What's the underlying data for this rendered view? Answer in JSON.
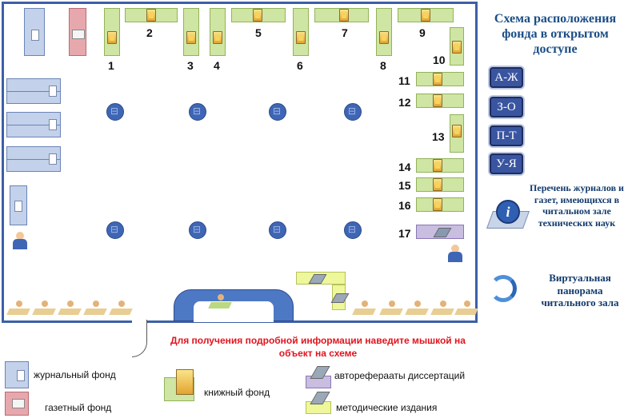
{
  "title": "Схема расположения фонда в открытом доступе",
  "shelf_numbers": [
    "1",
    "2",
    "3",
    "4",
    "5",
    "6",
    "7",
    "8",
    "9",
    "10",
    "11",
    "12",
    "13",
    "14",
    "15",
    "16",
    "17"
  ],
  "letter_buttons": [
    "А-Ж",
    "З-О",
    "П-Т",
    "У-Я"
  ],
  "journals_link": "Перечень журналов и газет, имеющихся в читальном зале технических наук",
  "panorama_link": "Виртуальная панорама читального зала",
  "hint": "Для получения подробной информации наведите мышкой на объект на схеме",
  "legend": {
    "journal": "журнальный фонд",
    "newspaper": "газетный фонд",
    "book": "книжный фонд",
    "abstracts": "автореферааты диссертаций",
    "methodical": "методические издания"
  },
  "colors": {
    "book_shelf": "#cfe5a3",
    "journal_shelf": "#c3d1ea",
    "newspaper_shelf": "#e7a8ad",
    "abstracts_shelf": "#c9bde0",
    "methodical_shelf": "#eef79a",
    "wall": "#3d5fa8",
    "hint": "#e1141e",
    "title": "#123a6c"
  }
}
